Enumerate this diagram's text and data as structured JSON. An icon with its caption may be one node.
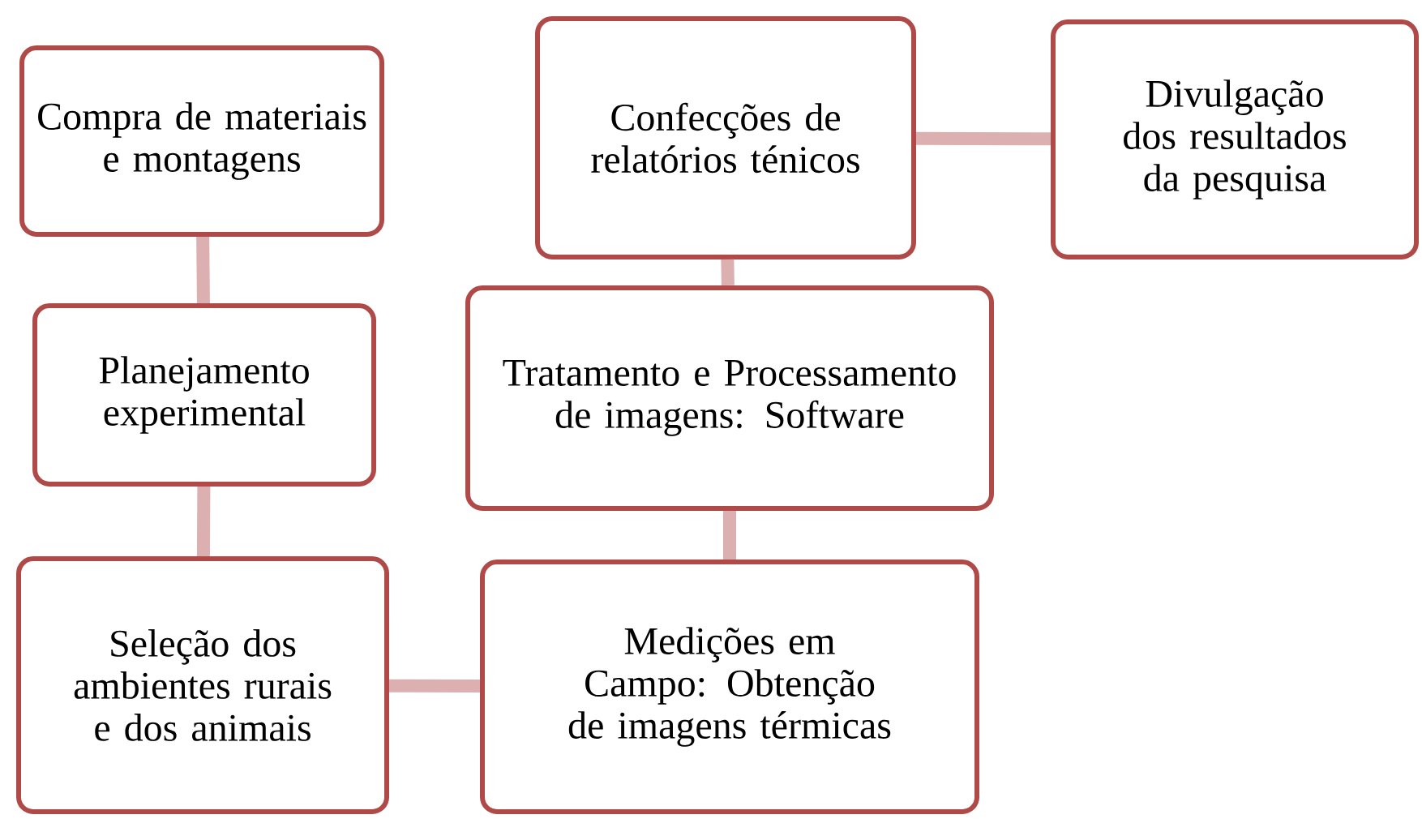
{
  "diagram": {
    "nodes": [
      {
        "text": [
          "Compra de materiais e montagens"
        ]
      },
      {
        "text": [
          "Planejamento experimental"
        ]
      },
      {
        "text": [
          "Seleção dos ambientes rurais e dos animais"
        ]
      },
      {
        "text": [
          "Medições em Campo: Obtenção de imagens térmicas"
        ]
      },
      {
        "text": [
          "Tratamento e Processamento de imagens: Software"
        ]
      },
      {
        "text": [
          "Confecções de relatórios ténicos"
        ]
      },
      {
        "text": [
          "Divulgação dos resultados da pesquisa"
        ]
      }
    ],
    "edges": [
      {
        "from": 0,
        "to": 1,
        "arrow": "none"
      },
      {
        "from": 1,
        "to": 2,
        "arrow": "none"
      },
      {
        "from": 2,
        "to": 3,
        "arrow": "none"
      },
      {
        "from": 3,
        "to": 4,
        "arrow": "none"
      },
      {
        "from": 4,
        "to": 5,
        "arrow": "none"
      },
      {
        "from": 5,
        "to": 6,
        "arrow": "none"
      }
    ]
  }
}
